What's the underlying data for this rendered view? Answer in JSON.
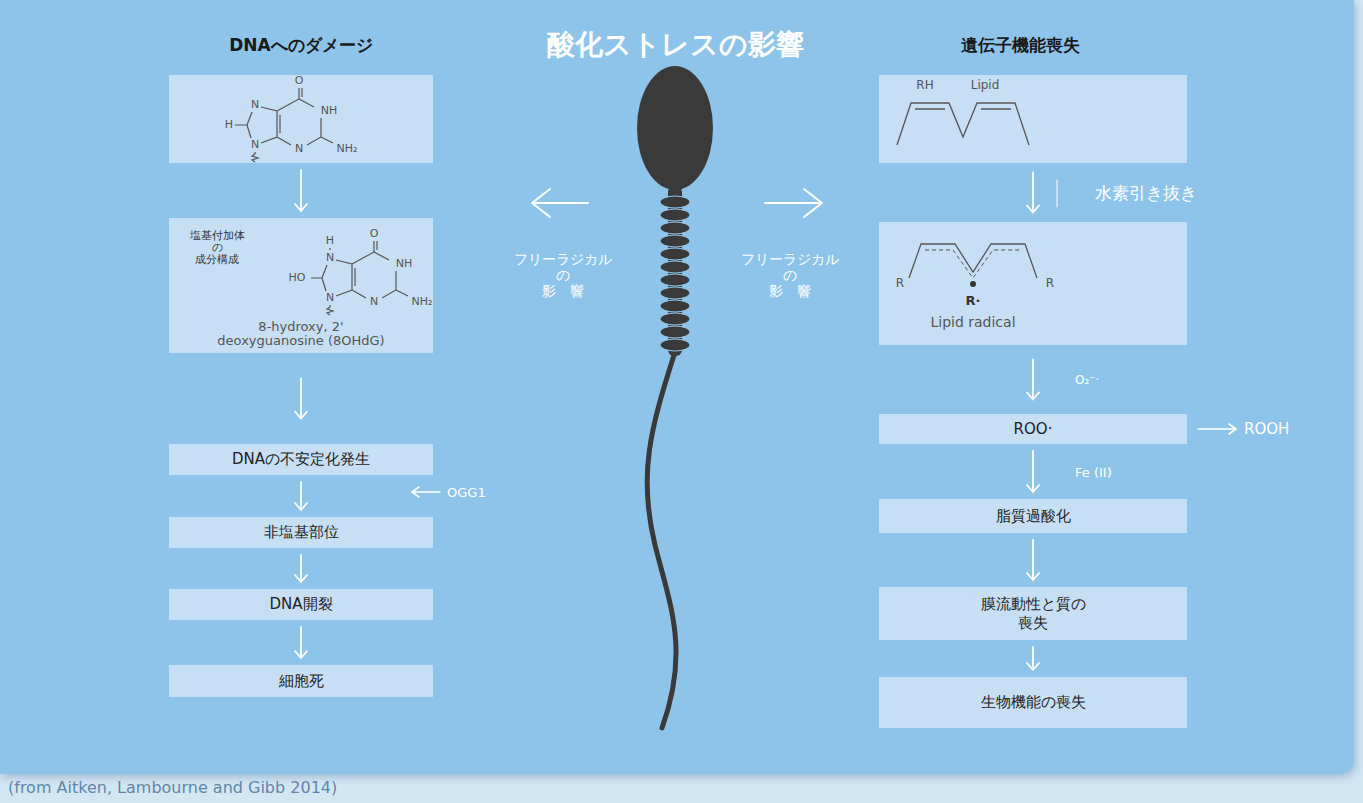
{
  "diagram": {
    "title": "酸化ストレスの影響",
    "caption": "(from Aitken, Lambourne and Gibb 2014)",
    "nodes": [
      {
        "text": [
          "O",
          "H",
          "N",
          "NH",
          "N",
          "N",
          "NH₂"
        ]
      },
      {
        "text": [
          "塩基付加体 の 成分構成",
          "H",
          "N",
          "HO",
          "N",
          "O",
          "NH",
          "N",
          "NH₂",
          "8-hydroxy, 2' deoxyguanosine (8OHdG)"
        ]
      },
      {
        "text": [
          "DNAの不安定化発生"
        ]
      },
      {
        "text": [
          "非塩基部位"
        ]
      },
      {
        "text": [
          "DNA開裂"
        ]
      },
      {
        "text": [
          "細胞死"
        ]
      },
      {
        "text": [
          "RH",
          "Lipid"
        ]
      },
      {
        "text": [
          "R",
          "R",
          "R·",
          "Lipid radical"
        ]
      },
      {
        "text": [
          "ROO·"
        ]
      },
      {
        "text": [
          "脂質過酸化"
        ]
      },
      {
        "text": [
          "膜流動性と質の 喪失"
        ]
      },
      {
        "text": [
          "生物機能の喪失"
        ]
      }
    ],
    "edges": [
      {
        "from": 0,
        "to": 1,
        "arrow": "to"
      },
      {
        "from": 1,
        "to": 2,
        "arrow": "to"
      },
      {
        "from": 2,
        "to": 3,
        "arrow": "to"
      },
      {
        "from": 3,
        "to": 4,
        "arrow": "to"
      },
      {
        "from": 4,
        "to": 5,
        "arrow": "to"
      },
      {
        "from": 6,
        "to": 7,
        "label": "水素引き抜き",
        "arrow": "to"
      },
      {
        "from": 7,
        "to": 8,
        "label": "O₂⁻·",
        "arrow": "to"
      },
      {
        "from": 8,
        "to": 9,
        "label": "Fe (II)",
        "arrow": "to"
      },
      {
        "from": 9,
        "to": 10,
        "arrow": "to"
      },
      {
        "from": 10,
        "to": 11,
        "arrow": "to"
      }
    ],
    "labels": [
      "DNAへのダメージ",
      "遺伝子機能喪失",
      "フリーラジカル の 影　響",
      "フリーラジカル の 影　響",
      "OGG1",
      "ROOH"
    ]
  }
}
